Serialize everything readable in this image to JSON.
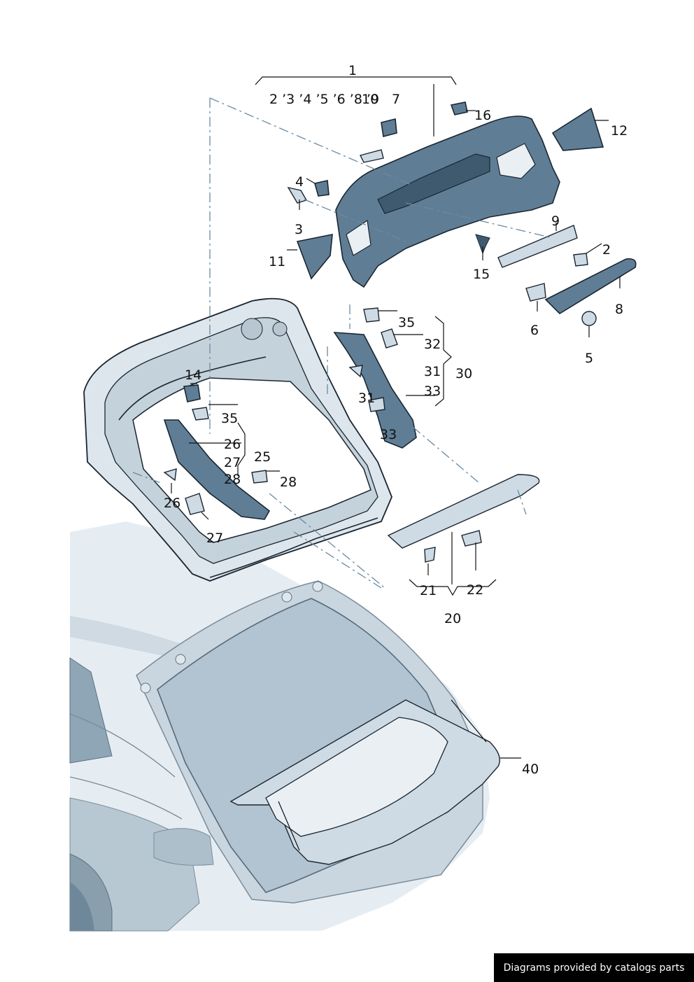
{
  "callouts": {
    "c1": "1",
    "group_1_items": "2 ’3 ’4 ’5 ’6 ’8 ’9",
    "c10": "10",
    "c7": "7",
    "c16": "16",
    "c12": "12",
    "c4": "4",
    "c3": "3",
    "c11": "11",
    "c9": "9",
    "c2": "2",
    "c15": "15",
    "c8": "8",
    "c6": "6",
    "c5": "5",
    "c35a": "35",
    "c32": "32",
    "c31a": "31",
    "c30": "30",
    "c33a": "33",
    "c31b": "31",
    "c33b": "33",
    "c14": "14",
    "c35b": "35",
    "c26a": "26",
    "c25": "25",
    "c27a": "27",
    "c28a": "28",
    "c28b": "28",
    "c26b": "26",
    "c27b": "27",
    "c21": "21",
    "c22": "22",
    "c20": "20",
    "c40": "40"
  },
  "footer": {
    "credit": "Diagrams provided by catalogs parts"
  },
  "colors": {
    "part_fill": "#5f7e95",
    "part_light": "#cfdbe4",
    "car_fill": "#dde6ec",
    "outline": "#1a2530"
  },
  "icons": [
    "tailgate-trim-panel",
    "tailgate-frame",
    "cargo-cover",
    "vehicle-rear",
    "clip",
    "screw",
    "handle-strip"
  ]
}
